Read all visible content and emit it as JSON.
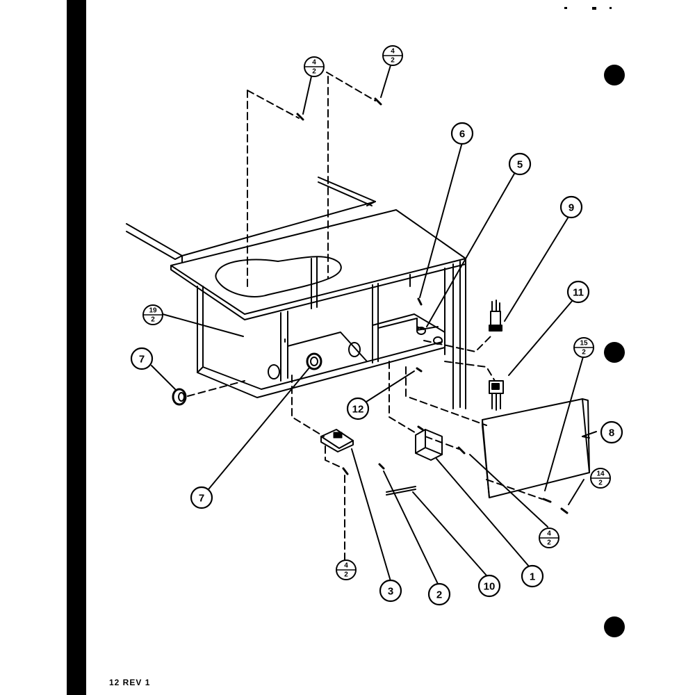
{
  "diagram": {
    "part_callouts": [
      {
        "id": "p6",
        "label": "6"
      },
      {
        "id": "p5",
        "label": "5"
      },
      {
        "id": "p9",
        "label": "9"
      },
      {
        "id": "p11",
        "label": "11"
      },
      {
        "id": "p8",
        "label": "8"
      },
      {
        "id": "p7a",
        "label": "7"
      },
      {
        "id": "p7b",
        "label": "7"
      },
      {
        "id": "p12",
        "label": "12"
      },
      {
        "id": "p3",
        "label": "3"
      },
      {
        "id": "p2",
        "label": "2"
      },
      {
        "id": "p10",
        "label": "10"
      },
      {
        "id": "p1",
        "label": "1"
      }
    ],
    "reference_callouts": [
      {
        "id": "r4a",
        "top": "4",
        "bottom": "2"
      },
      {
        "id": "r4b",
        "top": "4",
        "bottom": "2"
      },
      {
        "id": "r19",
        "top": "19",
        "bottom": "2"
      },
      {
        "id": "r15",
        "top": "15",
        "bottom": "2"
      },
      {
        "id": "r14",
        "top": "14",
        "bottom": "2"
      },
      {
        "id": "r4c",
        "top": "4",
        "bottom": "2"
      },
      {
        "id": "r4d",
        "top": "4",
        "bottom": "2"
      }
    ]
  },
  "footer": {
    "page_label": "12 REV 1"
  }
}
